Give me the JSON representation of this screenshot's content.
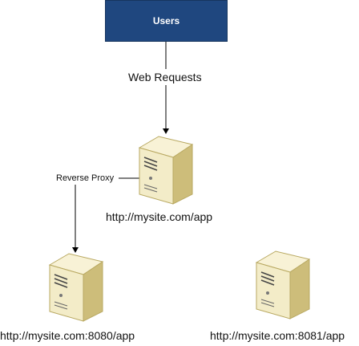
{
  "users": {
    "label": "Users"
  },
  "edges": {
    "web_requests": "Web Requests",
    "reverse_proxy": "Reverse Proxy"
  },
  "servers": {
    "proxy_url": "http://mysite.com/app",
    "app1_url": "http://mysite.com:8080/app",
    "app2_url": "http://mysite.com:8081/app"
  },
  "colors": {
    "users_box": "#1f477f",
    "server_body": "#f3ecc8",
    "server_shade": "#cdbd7a"
  }
}
